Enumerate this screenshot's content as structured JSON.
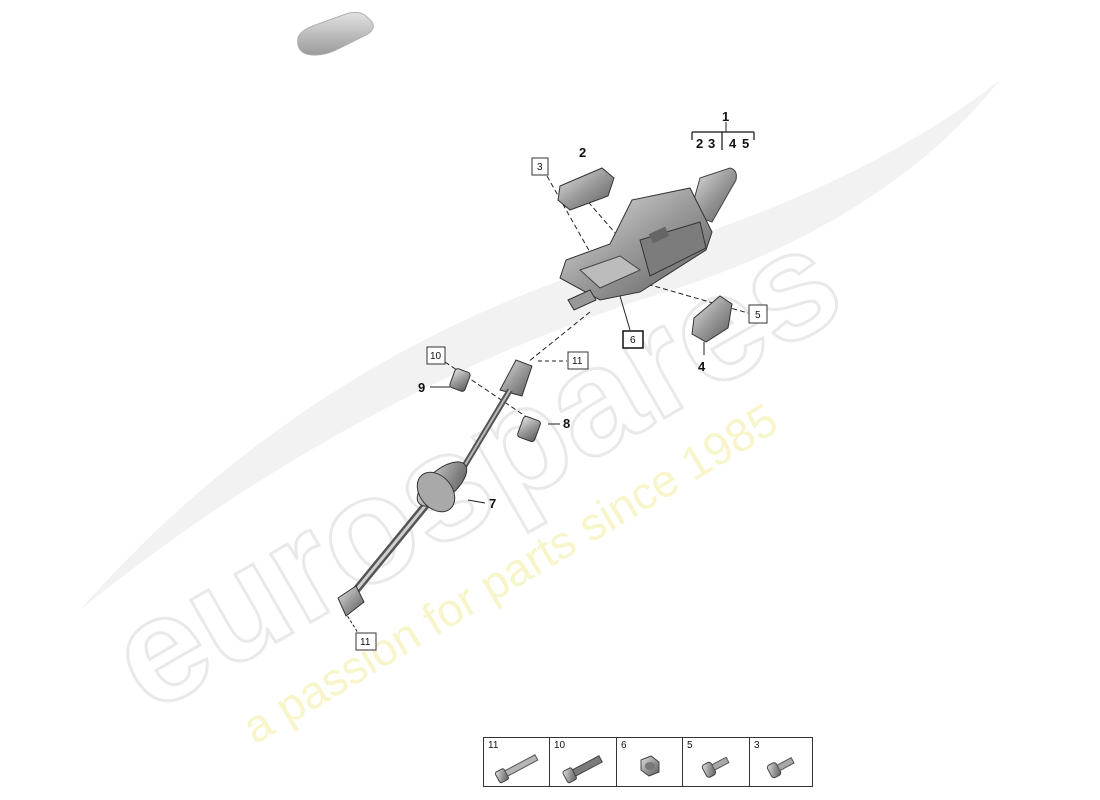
{
  "diagram": {
    "callouts": {
      "c1": "1",
      "c2": "2",
      "c4": "4",
      "c7": "7",
      "c8": "8",
      "c9": "9"
    },
    "bracket_items": [
      "2",
      "3",
      "4",
      "5"
    ],
    "boxed": {
      "b3": "3",
      "b5": "5",
      "b6": "6",
      "b10": "10",
      "b11a": "11",
      "b11b": "11"
    }
  },
  "watermark": {
    "brand": "eurospares",
    "tagline": "a passion for parts since 1985"
  },
  "legend": [
    {
      "num": "11",
      "icon": "long-bolt-icon"
    },
    {
      "num": "10",
      "icon": "bolt-icon"
    },
    {
      "num": "6",
      "icon": "nut-icon"
    },
    {
      "num": "5",
      "icon": "short-screw-icon"
    },
    {
      "num": "3",
      "icon": "short-screw-icon"
    }
  ]
}
